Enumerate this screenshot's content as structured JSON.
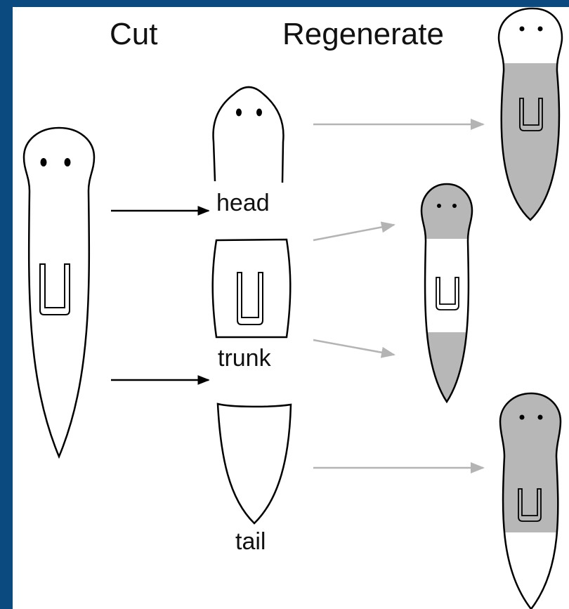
{
  "headings": {
    "cut": "Cut",
    "regenerate": "Regenerate"
  },
  "pieces": {
    "head": "head",
    "trunk": "trunk",
    "tail": "tail"
  },
  "colors": {
    "border": "#0a4a7f",
    "regenerated_tissue": "#b7b7b7",
    "old_tissue": "#ffffff",
    "outline": "#000000",
    "cut_arrow": "#000000",
    "regen_arrow": "#b4b4b4"
  }
}
